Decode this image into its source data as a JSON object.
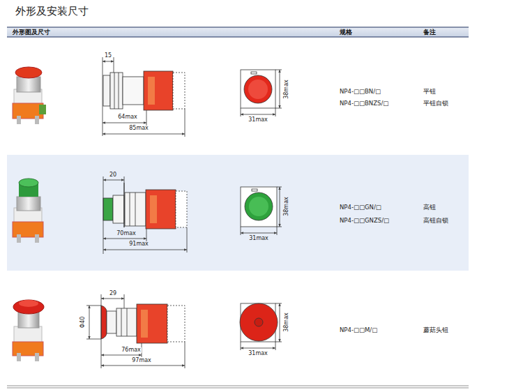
{
  "diagram": {
    "title": "外形及安装尺寸",
    "labels": [
      "外形图及尺寸",
      "规格",
      "备注",
      "15",
      "64max",
      "85max",
      "38max",
      "31max",
      "NP4-□□BN/□",
      "平钮",
      "NP4-□□BNZS/□",
      "平钮自锁",
      "20",
      "70max",
      "91max",
      "38max",
      "31max",
      "NP4-□□GN/□",
      "高钮",
      "NP4-□□GNZS/□",
      "高钮自锁",
      "29",
      "Φ40",
      "76max",
      "97max",
      "38max",
      "31max",
      "NP4-□□M/□",
      "蘑菇头钮"
    ]
  }
}
